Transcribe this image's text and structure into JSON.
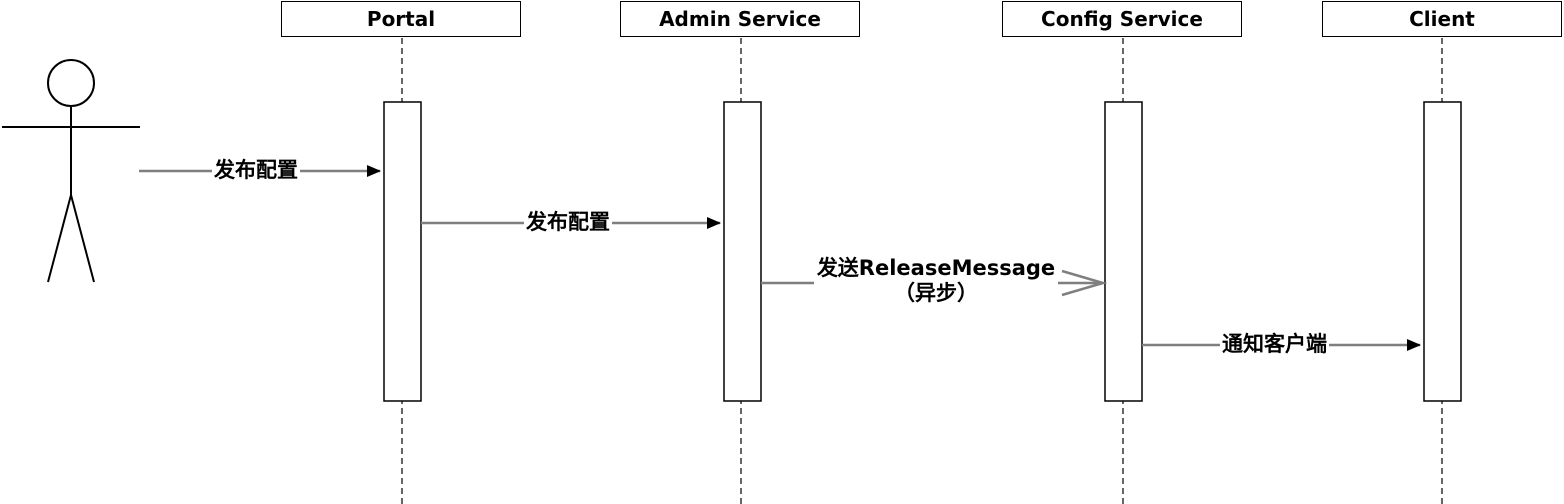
{
  "participants": [
    {
      "id": "portal",
      "label": "Portal"
    },
    {
      "id": "admin",
      "label": "Admin Service"
    },
    {
      "id": "config",
      "label": "Config Service"
    },
    {
      "id": "client",
      "label": "Client"
    }
  ],
  "messages": [
    {
      "id": "m1",
      "label": "发布配置",
      "from": "actor",
      "to": "portal",
      "async": false
    },
    {
      "id": "m2",
      "label": "发布配置",
      "from": "portal",
      "to": "admin",
      "async": false
    },
    {
      "id": "m3",
      "label": "发送ReleaseMessage",
      "sublabel": "（异步）",
      "from": "admin",
      "to": "config",
      "async": true
    },
    {
      "id": "m4",
      "label": "通知客户端",
      "from": "config",
      "to": "client",
      "async": false
    }
  ],
  "colors": {
    "line": "#000000",
    "arrow_line": "#7f7f7f",
    "box_border": "#000000"
  }
}
